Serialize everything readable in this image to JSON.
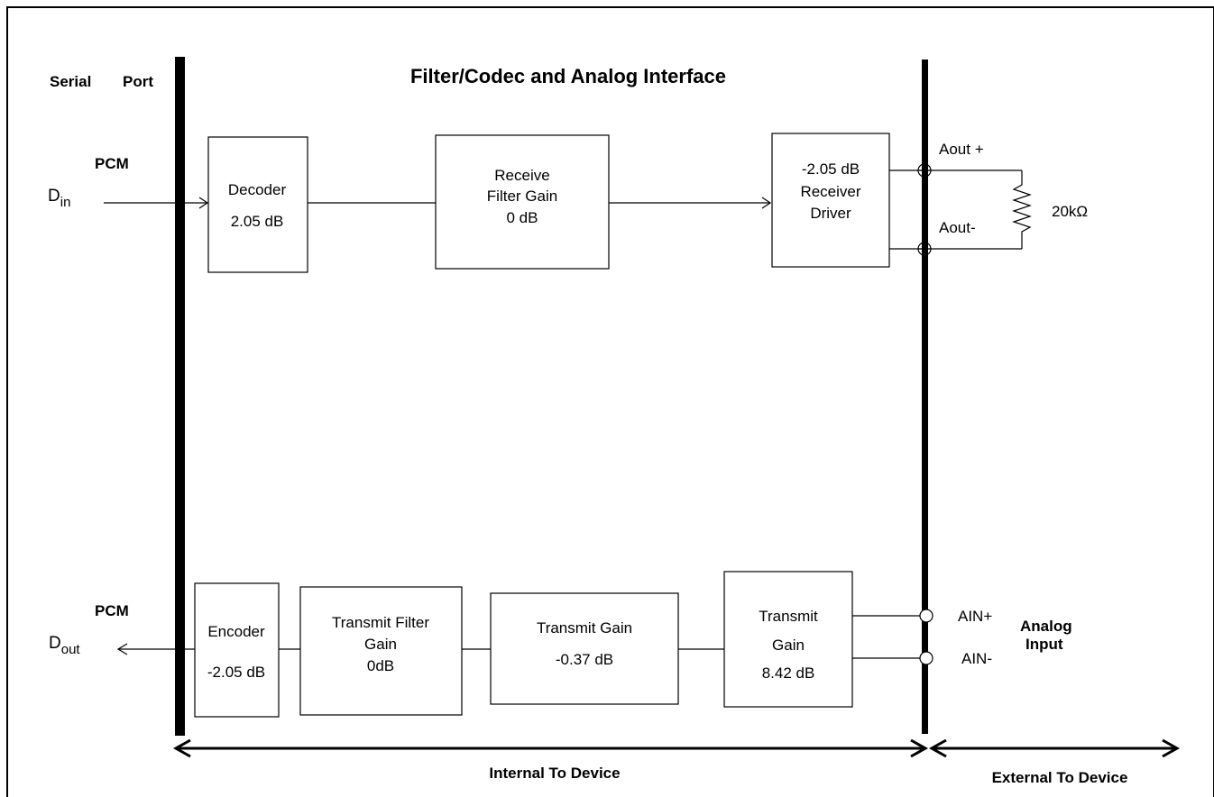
{
  "title": "Filter/Codec and Analog Interface",
  "serial_port": "Serial Port",
  "serial_port_words": [
    "Serial",
    "Port"
  ],
  "pcm_in": {
    "label": "PCM",
    "signal": "D",
    "sub": "in"
  },
  "pcm_out": {
    "label": "PCM",
    "signal": "D",
    "sub": "out"
  },
  "receive_path": {
    "decoder": [
      "Decoder",
      "2.05 dB"
    ],
    "receive_filter": [
      "Receive",
      "Filter Gain",
      "0 dB"
    ],
    "receiver_driver": [
      "-2.05 dB",
      "Receiver",
      "Driver"
    ]
  },
  "transmit_path": {
    "encoder": [
      "Encoder",
      "-2.05 dB"
    ],
    "transmit_filter": [
      "Transmit Filter",
      "Gain",
      "0dB"
    ],
    "transmit_gain_1": [
      "Transmit Gain",
      "-0.37 dB"
    ],
    "transmit_gain_2": [
      "Transmit",
      "Gain",
      "8.42 dB"
    ]
  },
  "outputs": {
    "aout_plus": "Aout +",
    "aout_minus": "Aout-",
    "load": "20kΩ"
  },
  "inputs": {
    "ain_plus": "AIN+",
    "ain_minus": "AIN-",
    "analog_input": [
      "Analog",
      "Input"
    ]
  },
  "spans": {
    "internal": "Internal To Device",
    "external": "External To Device"
  }
}
